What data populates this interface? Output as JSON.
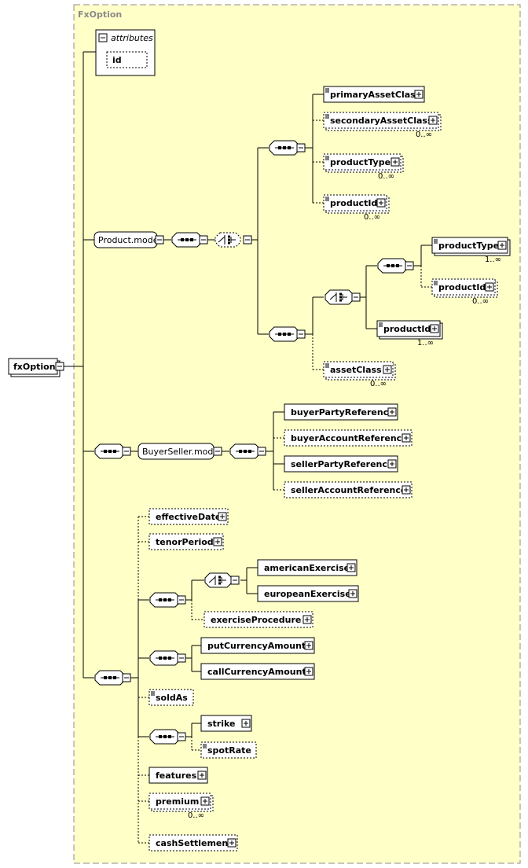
{
  "complex_type": {
    "title": "FxOption"
  },
  "root": {
    "label": "fxOption"
  },
  "attributes": {
    "title": "attributes",
    "items": [
      "id"
    ]
  },
  "groups": {
    "product_model": "Product.model",
    "buyer_seller_model": "BuyerSeller.model"
  },
  "elements": {
    "primaryAssetClass": "primaryAssetClass",
    "secondaryAssetClass": "secondaryAssetClass",
    "productType": "productType",
    "productId": "productId",
    "productType2": "productType",
    "productId2": "productId",
    "productId3": "productId",
    "assetClass": "assetClass",
    "buyerPartyReference": "buyerPartyReference",
    "buyerAccountReference": "buyerAccountReference",
    "sellerPartyReference": "sellerPartyReference",
    "sellerAccountReference": "sellerAccountReference",
    "effectiveDate": "effectiveDate",
    "tenorPeriod": "tenorPeriod",
    "americanExercise": "americanExercise",
    "europeanExercise": "europeanExercise",
    "exerciseProcedure": "exerciseProcedure",
    "putCurrencyAmount": "putCurrencyAmount",
    "callCurrencyAmount": "callCurrencyAmount",
    "soldAs": "soldAs",
    "strike": "strike",
    "spotRate": "spotRate",
    "features": "features",
    "premium": "premium",
    "cashSettlement": "cashSettlement"
  },
  "cardinality": {
    "secondaryAssetClass": "0..∞",
    "productType": "0..∞",
    "productId": "0..∞",
    "productType2": "1..∞",
    "productId2": "0..∞",
    "productId3": "1..∞",
    "assetClass": "0..∞",
    "premium": "0..∞"
  },
  "colors": {
    "background": "#ffffc8",
    "frame_border": "#8c8c8c",
    "box_fill": "#ffffff",
    "line": "#000000",
    "title_text": "#8a8a8a"
  },
  "icons": {
    "collapse": "minus-square-icon",
    "expand": "plus-square-icon",
    "sequence": "sequence-compositor-icon",
    "choice": "choice-compositor-icon",
    "simple_content": "simple-content-icon"
  }
}
